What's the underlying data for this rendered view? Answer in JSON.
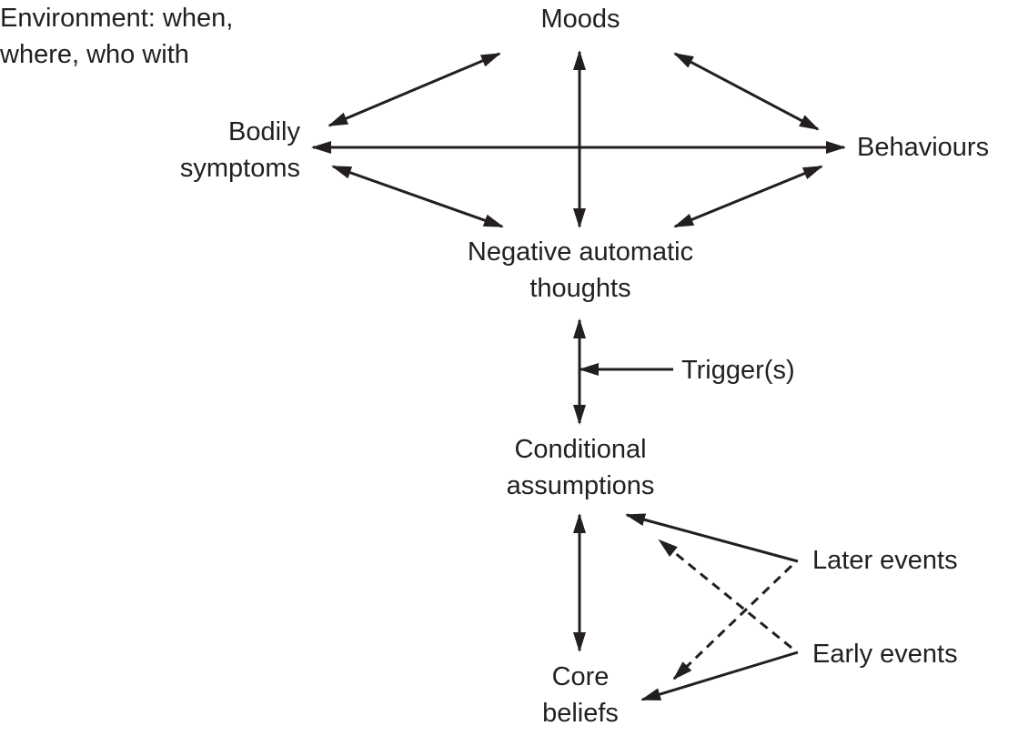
{
  "nodes": {
    "environment": {
      "line1": "Environment: when,",
      "line2": "where, who with"
    },
    "moods": {
      "line1": "Moods"
    },
    "bodily_symptoms": {
      "line1": "Bodily",
      "line2": "symptoms"
    },
    "behaviours": {
      "line1": "Behaviours"
    },
    "negative_automatic_thoughts": {
      "line1": "Negative automatic",
      "line2": "thoughts"
    },
    "triggers": {
      "line1": "Trigger(s)"
    },
    "conditional_assumptions": {
      "line1": "Conditional",
      "line2": "assumptions"
    },
    "later_events": {
      "line1": "Later events"
    },
    "early_events": {
      "line1": "Early events"
    },
    "core_beliefs": {
      "line1": "Core",
      "line2": "beliefs"
    }
  },
  "colors": {
    "ink": "#231f20",
    "background": "#ffffff"
  }
}
